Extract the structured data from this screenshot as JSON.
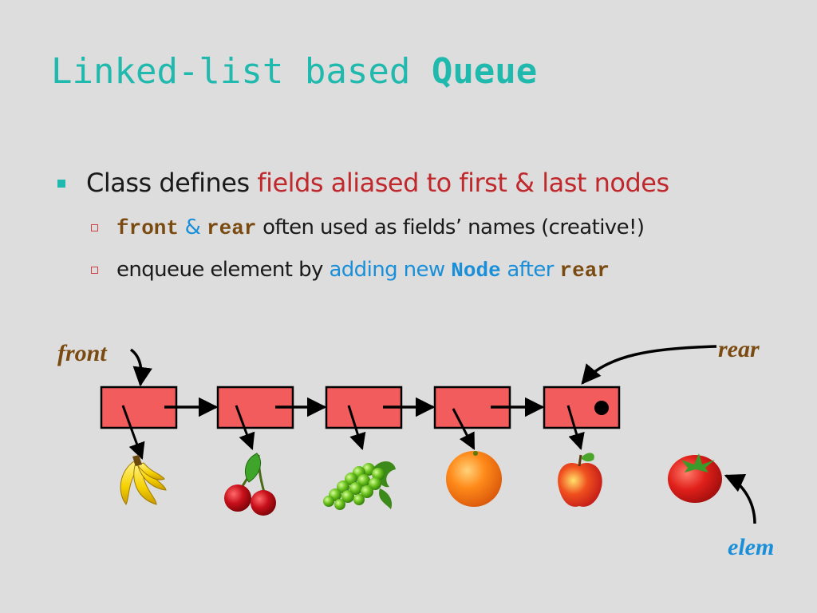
{
  "title": {
    "prefix": "Linked-list based ",
    "emphasis": "Queue"
  },
  "bullets": {
    "main": {
      "text_plain": "Class defines ",
      "text_highlight": "fields aliased to first & last nodes"
    },
    "sub1": {
      "code1": "front",
      "amp": " & ",
      "code2": "rear",
      "rest": " often used as fields’ names (creative!)"
    },
    "sub2": {
      "plain": "enqueue element by ",
      "highlight": "adding new ",
      "code": "Node",
      "after": " after ",
      "code2": "rear"
    }
  },
  "diagram": {
    "front_label": "front",
    "rear_label": "rear",
    "elem_label": "elem",
    "node_count": 5,
    "items": [
      "banana-icon",
      "cherry-icon",
      "grapes-icon",
      "orange-icon",
      "apple-icon"
    ],
    "new_item": "tomato-icon",
    "colors": {
      "node_fill": "#f25c5c",
      "label_brown": "#7a4a10",
      "label_blue": "#1a8fd9",
      "accent_teal": "#20b9ad",
      "highlight_red": "#c0282c"
    }
  }
}
